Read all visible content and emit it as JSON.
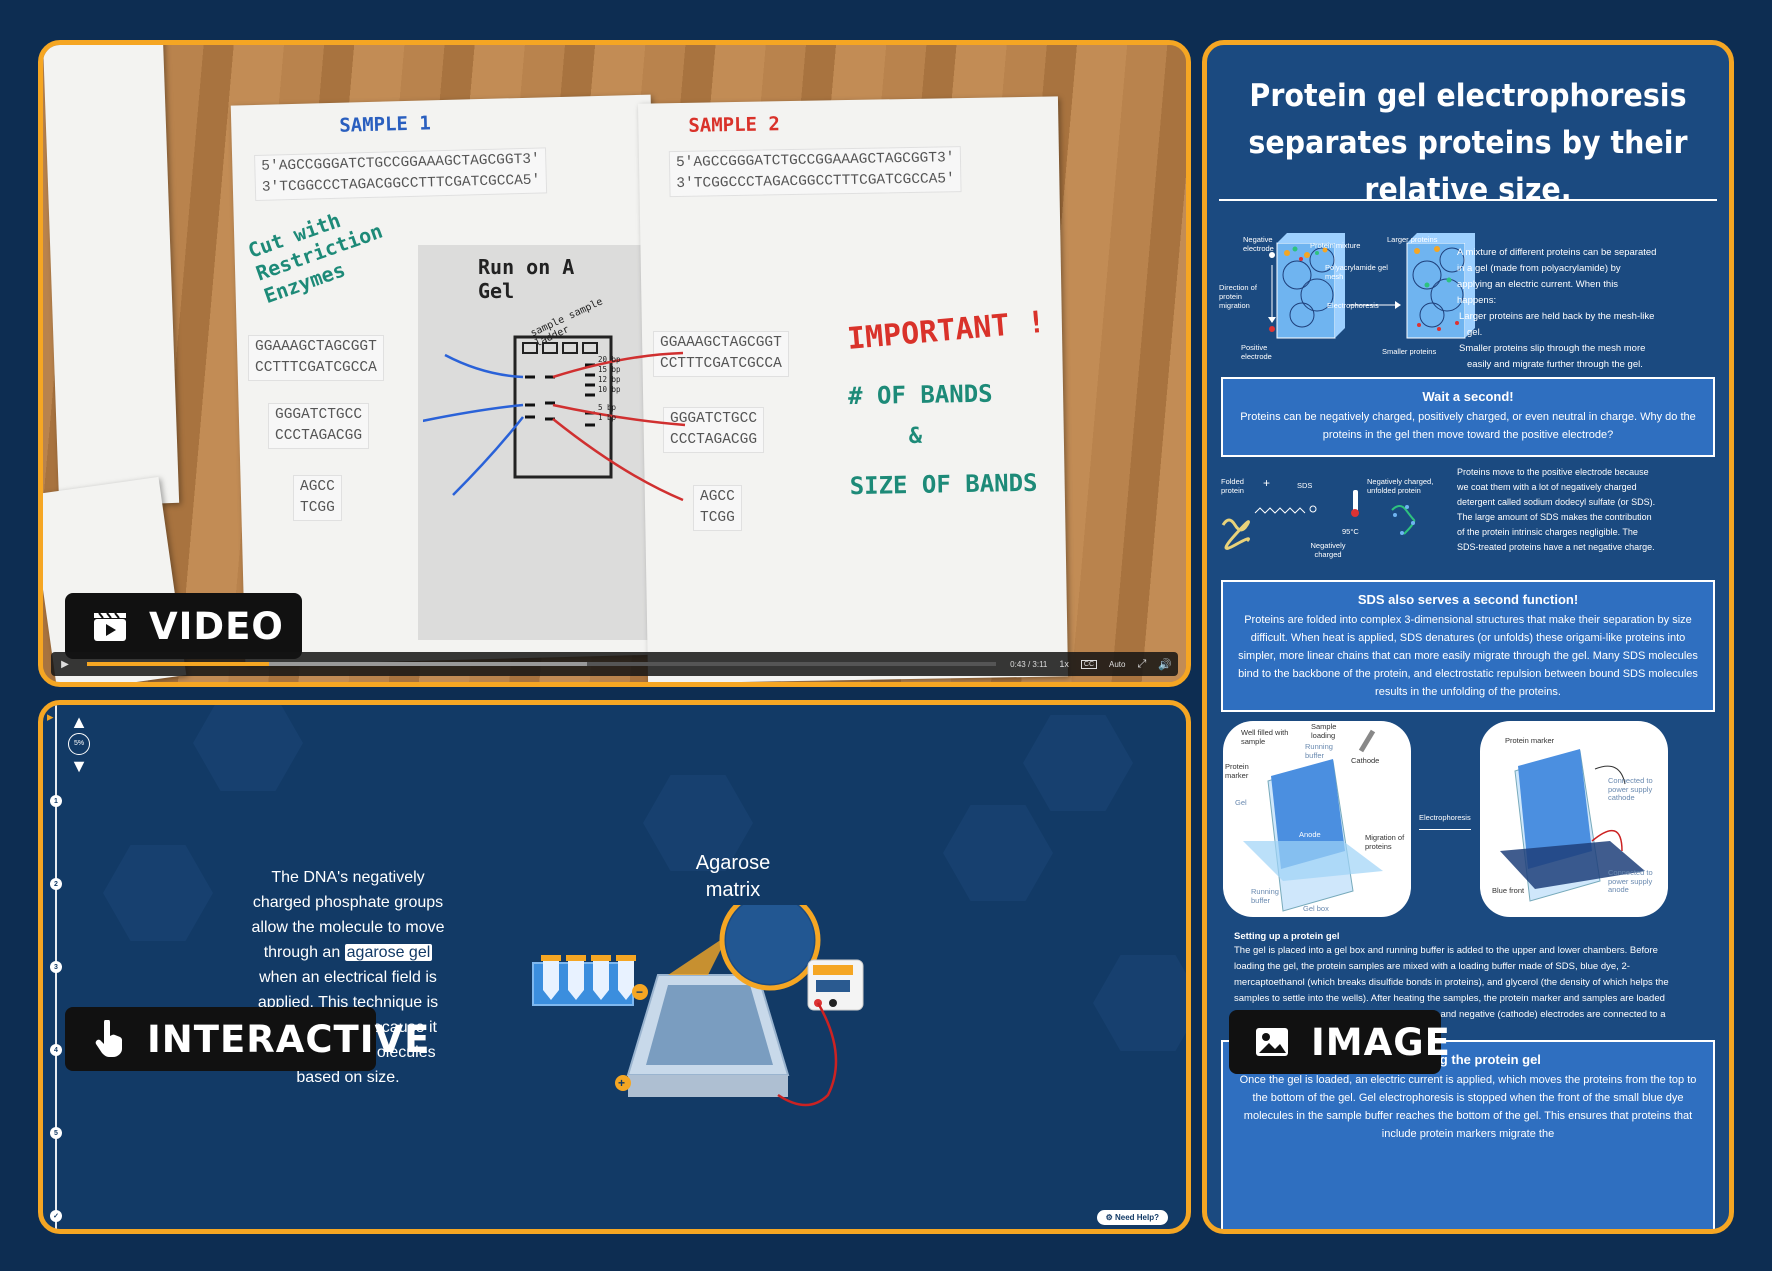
{
  "video": {
    "badge": "VIDEO",
    "sample1": "SAMPLE 1",
    "sample2": "SAMPLE 2",
    "seq_full_top": "5'AGCCGGGATCTGCCGGAAAGCTAGCGGT3'",
    "seq_full_bottom": "3'TCGGCCCTAGACGGCCTTTCGATCGCCA5'",
    "cut_text": "Cut with Restriction Enzymes",
    "run_text": "Run on A Gel",
    "important": "IMPORTANT",
    "bands1": "# OF BANDS",
    "amp": "&",
    "bands2": "SIZE OF BANDS",
    "frag1_top": "GGAAAGCTAGCGGT",
    "frag1_bottom": "CCTTTCGATCGCCA",
    "frag2_top": "GGGATCTGCC",
    "frag2_bottom": "CCCTAGACGG",
    "frag3_top": "AGCC",
    "frag3_bottom": "TCGG",
    "gel_labels": [
      "sample",
      "sample",
      "ladder"
    ],
    "ladder": [
      "20 bp",
      "15 bp",
      "12 bp",
      "10 bp",
      "5 bp",
      "1 bp"
    ],
    "controls": {
      "time": "0:43 / 3:11",
      "speed": "1x",
      "cc": "CC",
      "quality": "Auto"
    },
    "progress_played": 0.2,
    "progress_buffered": 0.55
  },
  "interactive": {
    "badge": "INTERACTIVE",
    "text_before": "The DNA's negatively charged phosphate groups allow the molecule to move through an ",
    "highlight": "agarose gel",
    "text_after": " when an electrical field is applied. This technique is advantageous because it sorts the DNA molecules based on size.",
    "matrix_label": "Agarose matrix",
    "progress": "5%",
    "steps": [
      "1",
      "2",
      "3",
      "4",
      "5"
    ],
    "help": "Need Help?"
  },
  "image": {
    "badge": "IMAGE",
    "title": "Protein gel electrophoresis separates proteins by their relative size.",
    "diagram1": {
      "neg_electrode": "Negative electrode",
      "mixture": "Protein mixture",
      "mesh": "Polyacrylamide gel mesh",
      "direction": "Direction of protein migration",
      "pos_electrode": "Positive electrode",
      "electrophoresis": "Electrophoresis",
      "larger": "Larger proteins",
      "smaller": "Smaller proteins"
    },
    "intro": "A mixture of different proteins can be separated in a gel (made from polyacrylamide) by applying an electric current. When this happens:",
    "bullets": [
      "Larger proteins are held back by the mesh-like gel.",
      "Smaller proteins slip through the mesh more easily and migrate further through the gel."
    ],
    "box1": {
      "title": "Wait a second!",
      "text": "Proteins can be negatively charged, positively charged, or even neutral in charge. Why do the proteins in the gel then move toward the positive electrode?"
    },
    "diagram2": {
      "folded": "Folded protein",
      "plus": "+",
      "sds": "SDS",
      "neg_charged": "Negatively charged",
      "temp": "95°C",
      "unfolded": "Negatively charged, unfolded protein"
    },
    "sds_text": "Proteins move to the positive electrode because we coat them with a lot of negatively charged detergent called sodium dodecyl sulfate (or SDS). The large amount of SDS makes the contribution of the protein intrinsic charges negligible. The SDS-treated proteins have a net negative charge.",
    "box2": {
      "title": "SDS also serves a second function!",
      "text": "Proteins are folded into complex 3-dimensional structures that make their separation by size difficult. When heat is applied, SDS denatures (or unfolds) these origami-like proteins into simpler, more linear chains that can more easily migrate through the gel. Many SDS molecules bind to the backbone of the protein, and electrostatic repulsion between bound SDS molecules results in the unfolding of the proteins."
    },
    "setup_labels": {
      "well": "Well filled with sample",
      "loading": "Sample loading",
      "buffer_top": "Running buffer",
      "cathode": "Cathode",
      "marker": "Protein marker",
      "gel": "Gel",
      "anode": "Anode",
      "migration": "Migration of proteins",
      "buffer_bottom": "Running buffer",
      "gelbox": "Gel box",
      "electrophoresis": "Electrophoresis",
      "marker2": "Protein marker",
      "connected_cathode": "Connected to power supply cathode",
      "connected_anode": "Connected to power supply anode",
      "blue_front": "Blue front"
    },
    "setup_title": "Setting up a protein gel",
    "setup_text": "The gel is placed into a gel box and running buffer is added to the upper and lower chambers. Before loading the gel, the protein samples are mixed with a loading buffer made of SDS, blue dye, 2-mercaptoethanol (which breaks disulfide bonds in proteins), and glycerol (the density of which helps the samples to settle into the wells). After heating the samples, the protein marker and samples are loaded into the wells of the gel, and the positive (anode) and negative (cathode) electrodes are connected to a power supply.",
    "box3": {
      "title": "Running the protein gel",
      "text": "Once the gel is loaded, an electric current is applied, which moves the proteins from the top to the bottom of the gel. Gel electrophoresis is stopped when the front of the small blue dye molecules in the sample buffer reaches the bottom of the gel. This ensures that proteins that include protein markers migrate the"
    }
  }
}
